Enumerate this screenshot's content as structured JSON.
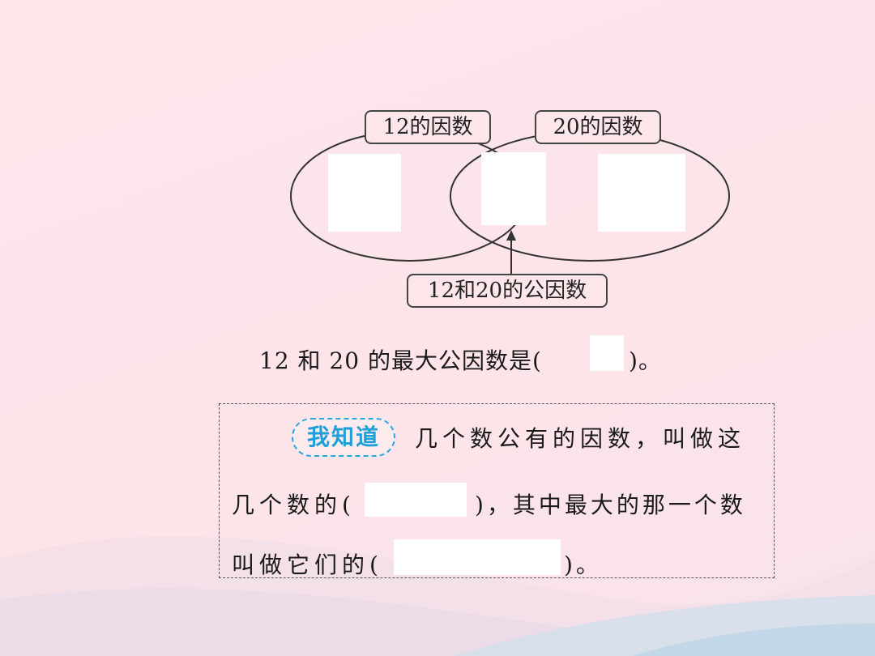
{
  "diagram": {
    "label_12": "12的因数",
    "label_20": "20的因数",
    "label_common": "12和20的公因数"
  },
  "question": {
    "prefix": "12 和 20 的最大公因数是(",
    "suffix": ")。"
  },
  "know_box": {
    "badge": "我知道",
    "line1": "几个数公有的因数，叫做这",
    "line2_prefix": "几个数的(",
    "line2_suffix": ")，其中最大的那一个数",
    "line3_prefix": "叫做它们的(",
    "line3_suffix": ")。"
  }
}
